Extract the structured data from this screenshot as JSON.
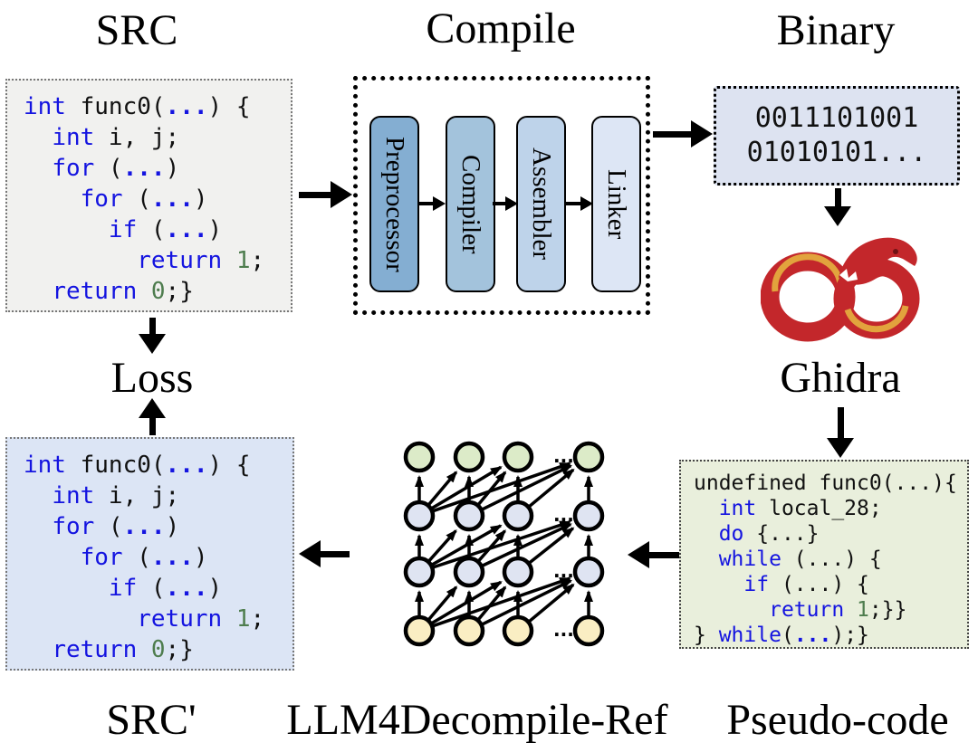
{
  "titles": {
    "src": "SRC",
    "compile": "Compile",
    "binary": "Binary",
    "ghidra": "Ghidra",
    "loss": "Loss",
    "src_prime": "SRC'",
    "model": "LLM4Decompile-Ref",
    "pseudo": "Pseudo-code"
  },
  "src_code": {
    "lines": [
      [
        {
          "t": "int ",
          "c": "k"
        },
        {
          "t": "func0(",
          "c": "p"
        },
        {
          "t": "...",
          "c": "d"
        },
        {
          "t": ") {",
          "c": "p"
        }
      ],
      [
        {
          "t": "  ",
          "c": "p"
        },
        {
          "t": "int",
          "c": "k"
        },
        {
          "t": " i, j;",
          "c": "p"
        }
      ],
      [
        {
          "t": "  ",
          "c": "p"
        },
        {
          "t": "for",
          "c": "k"
        },
        {
          "t": " (",
          "c": "p"
        },
        {
          "t": "...",
          "c": "d"
        },
        {
          "t": ")",
          "c": "p"
        }
      ],
      [
        {
          "t": "    ",
          "c": "p"
        },
        {
          "t": "for",
          "c": "k"
        },
        {
          "t": " (",
          "c": "p"
        },
        {
          "t": "...",
          "c": "d"
        },
        {
          "t": ")",
          "c": "p"
        }
      ],
      [
        {
          "t": "      ",
          "c": "p"
        },
        {
          "t": "if",
          "c": "k"
        },
        {
          "t": " (",
          "c": "p"
        },
        {
          "t": "...",
          "c": "d"
        },
        {
          "t": ")",
          "c": "p"
        }
      ],
      [
        {
          "t": "        ",
          "c": "p"
        },
        {
          "t": "return",
          "c": "k"
        },
        {
          "t": " ",
          "c": "p"
        },
        {
          "t": "1",
          "c": "n"
        },
        {
          "t": ";",
          "c": "p"
        }
      ],
      [
        {
          "t": "  ",
          "c": "p"
        },
        {
          "t": "return",
          "c": "k"
        },
        {
          "t": " ",
          "c": "p"
        },
        {
          "t": "0",
          "c": "n"
        },
        {
          "t": ";}",
          "c": "p"
        }
      ]
    ]
  },
  "src_prime_code": {
    "lines": [
      [
        {
          "t": "int ",
          "c": "k"
        },
        {
          "t": "func0(",
          "c": "p"
        },
        {
          "t": "...",
          "c": "d"
        },
        {
          "t": ") {",
          "c": "p"
        }
      ],
      [
        {
          "t": "  ",
          "c": "p"
        },
        {
          "t": "int",
          "c": "k"
        },
        {
          "t": " i, j;",
          "c": "p"
        }
      ],
      [
        {
          "t": "  ",
          "c": "p"
        },
        {
          "t": "for",
          "c": "k"
        },
        {
          "t": " (",
          "c": "p"
        },
        {
          "t": "...",
          "c": "d"
        },
        {
          "t": ")",
          "c": "p"
        }
      ],
      [
        {
          "t": "    ",
          "c": "p"
        },
        {
          "t": "for",
          "c": "k"
        },
        {
          "t": " (",
          "c": "p"
        },
        {
          "t": "...",
          "c": "d"
        },
        {
          "t": ")",
          "c": "p"
        }
      ],
      [
        {
          "t": "      ",
          "c": "p"
        },
        {
          "t": "if",
          "c": "k"
        },
        {
          "t": " (",
          "c": "p"
        },
        {
          "t": "...",
          "c": "d"
        },
        {
          "t": ")",
          "c": "p"
        }
      ],
      [
        {
          "t": "        ",
          "c": "p"
        },
        {
          "t": "return",
          "c": "k"
        },
        {
          "t": " ",
          "c": "p"
        },
        {
          "t": "1",
          "c": "n"
        },
        {
          "t": ";",
          "c": "p"
        }
      ],
      [
        {
          "t": "  ",
          "c": "p"
        },
        {
          "t": "return",
          "c": "k"
        },
        {
          "t": " ",
          "c": "p"
        },
        {
          "t": "0",
          "c": "n"
        },
        {
          "t": ";}",
          "c": "p"
        }
      ]
    ]
  },
  "pseudo_code": {
    "lines": [
      [
        {
          "t": "undefined func0(...){",
          "c": "p"
        }
      ],
      [
        {
          "t": "  ",
          "c": "p"
        },
        {
          "t": "int",
          "c": "k"
        },
        {
          "t": " local_28;",
          "c": "p"
        }
      ],
      [
        {
          "t": "  ",
          "c": "p"
        },
        {
          "t": "do",
          "c": "k"
        },
        {
          "t": " {...}",
          "c": "p"
        }
      ],
      [
        {
          "t": "  ",
          "c": "p"
        },
        {
          "t": "while",
          "c": "k"
        },
        {
          "t": " (...) {",
          "c": "p"
        }
      ],
      [
        {
          "t": "    ",
          "c": "p"
        },
        {
          "t": "if",
          "c": "k"
        },
        {
          "t": " (...) {",
          "c": "p"
        }
      ],
      [
        {
          "t": "      ",
          "c": "p"
        },
        {
          "t": "return",
          "c": "k"
        },
        {
          "t": " ",
          "c": "p"
        },
        {
          "t": "1",
          "c": "n"
        },
        {
          "t": ";}}",
          "c": "p"
        }
      ],
      [
        {
          "t": "} ",
          "c": "p"
        },
        {
          "t": "while",
          "c": "k"
        },
        {
          "t": "(",
          "c": "p"
        },
        {
          "t": "...",
          "c": "d"
        },
        {
          "t": ");}",
          "c": "p"
        }
      ]
    ]
  },
  "binary": {
    "lines": [
      "0011101001",
      "01010101..."
    ]
  },
  "compile_stages": [
    {
      "label": "Preprocessor",
      "color": "#84aed2"
    },
    {
      "label": "Compiler",
      "color": "#a3c3dc"
    },
    {
      "label": "Assembler",
      "color": "#bed3ea"
    },
    {
      "label": "Linker",
      "color": "#dde6f5"
    }
  ],
  "network": {
    "rows": [
      {
        "name": "output-layer",
        "color": "#dcebc8"
      },
      {
        "name": "hidden-layer-2",
        "color": "#dfe4f2"
      },
      {
        "name": "hidden-layer-1",
        "color": "#dfe4f2"
      },
      {
        "name": "input-layer",
        "color": "#faeec3"
      }
    ],
    "columns": 4,
    "ellipsis": "..."
  },
  "colors": {
    "keyword_blue": "#1414e0",
    "number_green": "#4e7d4e",
    "src_box_bg": "#f1f1ef",
    "src_prime_box_bg": "#dce5f5",
    "binary_box_bg": "#dde3f1",
    "pseudo_box_bg": "#e9efdc",
    "ghidra_red": "#c3272b",
    "ghidra_gold": "#e2a33d",
    "arrow_black": "#000000"
  }
}
